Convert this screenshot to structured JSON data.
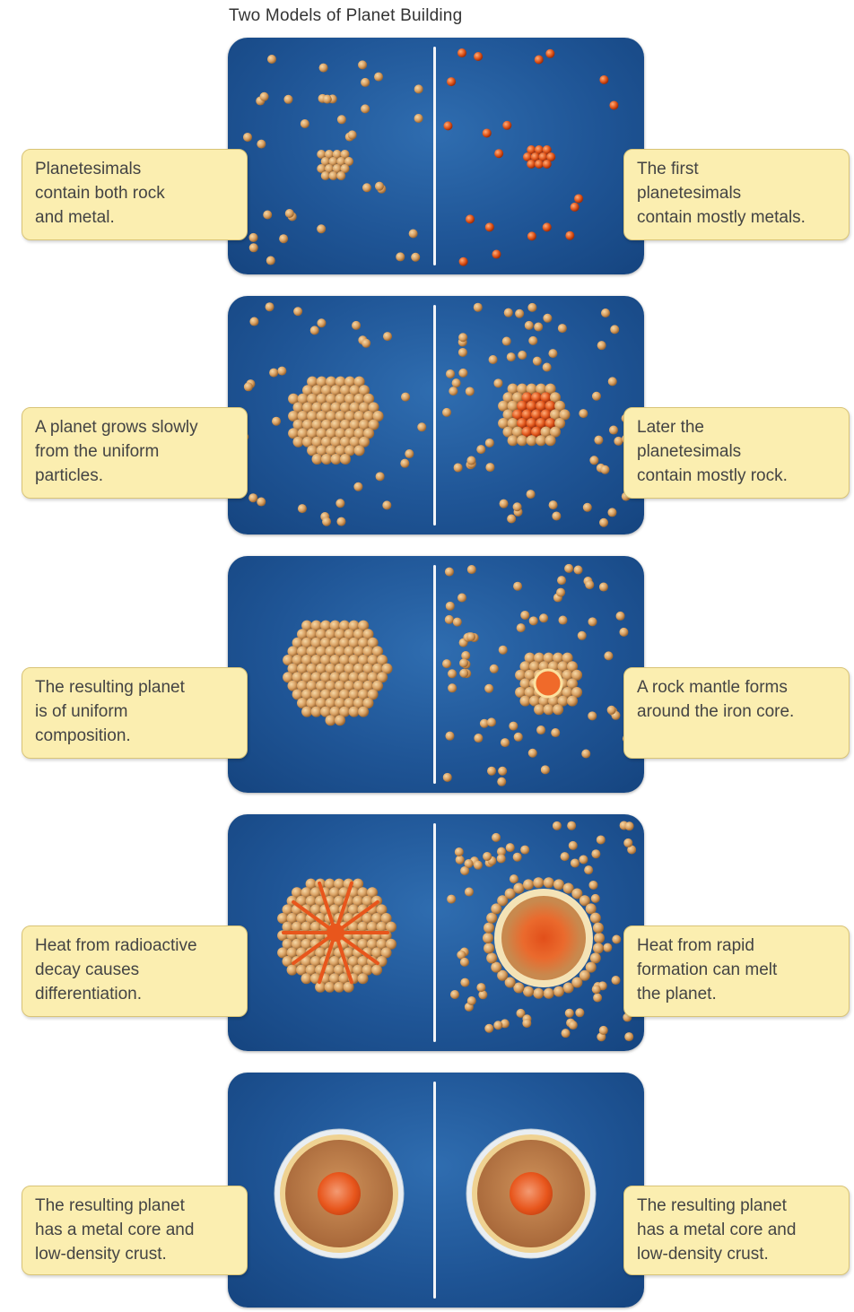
{
  "title": "Two Models of Planet Building",
  "colors": {
    "panel_blue": "#1f5596",
    "rock_particle": "#d8a062",
    "metal_particle": "#e2581d",
    "callout_fill": "#fbeeb0",
    "divider": "#f2f4f8"
  },
  "rows": [
    {
      "left_text": "Planetesimals\ncontain both rock\nand metal.",
      "right_text": "The first\nplanetesimals\ncontain mostly metals."
    },
    {
      "left_text": "A planet grows slowly\nfrom the uniform\nparticles.",
      "right_text": "Later the\nplanetesimals\ncontain mostly rock."
    },
    {
      "left_text": "The resulting planet\nis of uniform\ncomposition.",
      "right_text": "A rock mantle forms\naround the iron core."
    },
    {
      "left_text": "Heat from radioactive\ndecay causes\ndifferentiation.",
      "right_text": "Heat from rapid\nformation can melt\nthe planet."
    },
    {
      "left_text": "The resulting planet\nhas a metal core and\nlow-density crust.",
      "right_text": "The resulting planet\nhas a metal core and\nlow-density crust."
    }
  ]
}
